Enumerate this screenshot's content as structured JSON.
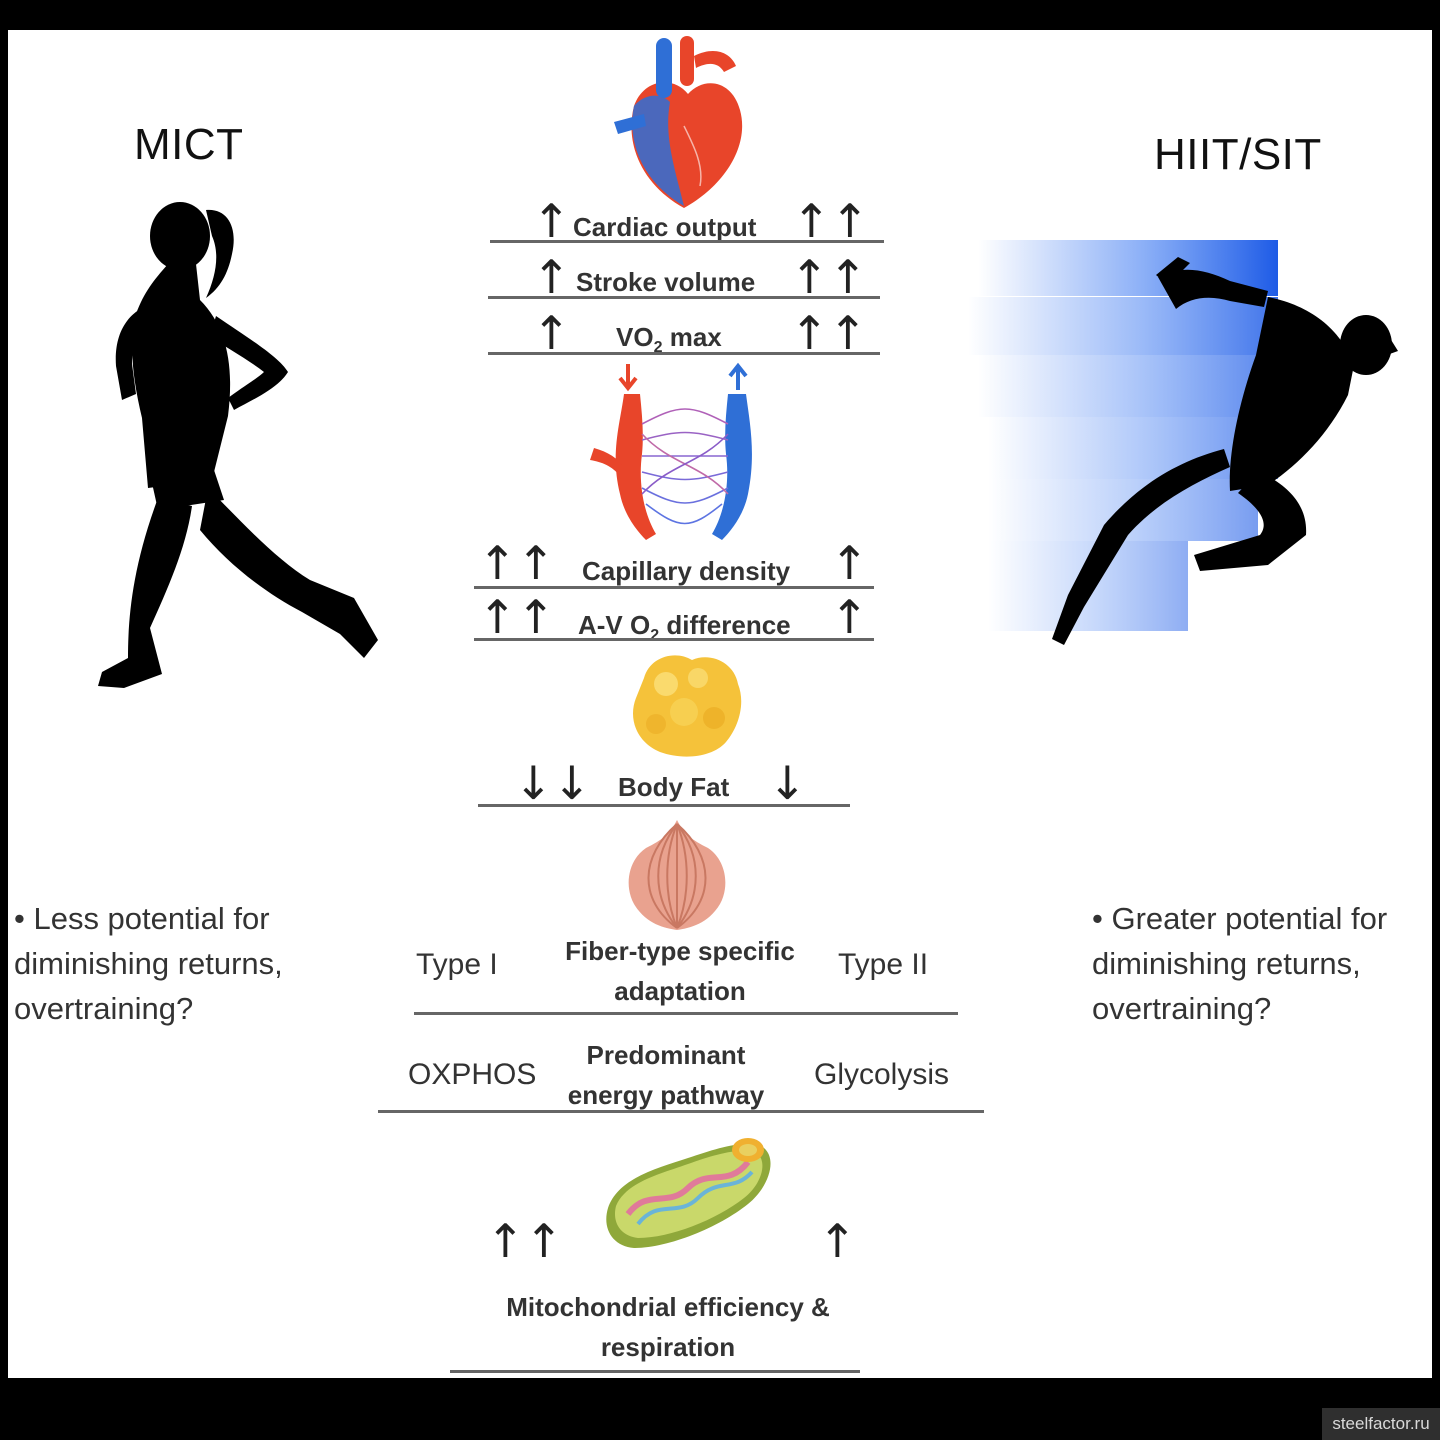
{
  "titles": {
    "left": "MICT",
    "right": "HIIT/SIT"
  },
  "rows": {
    "cardiac_output": {
      "label": "Cardiac output",
      "left": "↑",
      "right": "↑↑"
    },
    "stroke_volume": {
      "label": "Stroke volume",
      "left": "↑",
      "right": "↑↑"
    },
    "vo2max": {
      "label_pre": "VO",
      "label_sub": "2",
      "label_post": " max",
      "left": "↑",
      "right": "↑↑"
    },
    "capillary_density": {
      "label": "Capillary density",
      "left": "↑↑",
      "right": "↑"
    },
    "av_o2": {
      "label_pre": "A-V O",
      "label_sub": "2",
      "label_post": " difference",
      "left": "↑↑",
      "right": "↑"
    },
    "body_fat": {
      "label": "Body Fat",
      "left": "↓↓",
      "right": "↓"
    },
    "fiber": {
      "label_line1": "Fiber-type specific",
      "label_line2": "adaptation",
      "left": "Type I",
      "right": "Type II"
    },
    "energy": {
      "label_line1": "Predominant",
      "label_line2": "energy pathway",
      "left": "OXPHOS",
      "right": "Glycolysis"
    },
    "mito": {
      "label_line1": "Mitochondrial efficiency &",
      "label_line2": "respiration",
      "left": "↑↑",
      "right": "↑"
    }
  },
  "notes": {
    "left": {
      "line1": "• Less potential for",
      "line2": "diminishing returns,",
      "line3": "overtraining?"
    },
    "right": {
      "line1": "• Greater potential for",
      "line2": "diminishing returns,",
      "line3": "overtraining?"
    }
  },
  "watermark": "steelfactor.ru",
  "colors": {
    "artery": "#e8452a",
    "vein": "#2f6fd6",
    "speed_blue": "#2e6ff0",
    "fat": "#f5c23a",
    "muscle": "#e9a28f",
    "mito": "#b6c95a"
  }
}
